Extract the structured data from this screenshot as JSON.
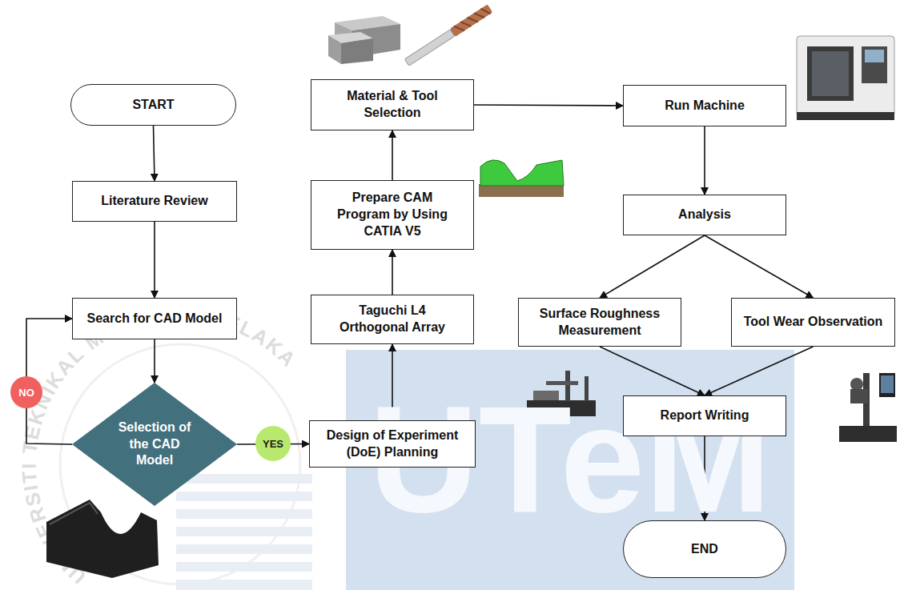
{
  "diagram": {
    "nodes": [
      {
        "text": [
          "START"
        ]
      },
      {
        "text": [
          "Literature Review"
        ]
      },
      {
        "text": [
          "Search for CAD Model"
        ]
      },
      {
        "text": [
          "Selection of the CAD Model"
        ]
      },
      {
        "text": [
          "Design of Experiment (DoE) Planning"
        ]
      },
      {
        "text": [
          "Taguchi L4 Orthogonal Array"
        ]
      },
      {
        "text": [
          "Prepare CAM Program by Using CATIA V5"
        ]
      },
      {
        "text": [
          "Material & Tool Selection"
        ]
      },
      {
        "text": [
          "Run Machine"
        ]
      },
      {
        "text": [
          "Analysis"
        ]
      },
      {
        "text": [
          "Surface Roughness Measurement"
        ]
      },
      {
        "text": [
          "Tool Wear Observation"
        ]
      },
      {
        "text": [
          "Report Writing"
        ]
      },
      {
        "text": [
          "END"
        ]
      }
    ],
    "edges": [
      {
        "from": 0,
        "to": 1,
        "arrow": "to"
      },
      {
        "from": 1,
        "to": 2,
        "arrow": "to"
      },
      {
        "from": 2,
        "to": 3,
        "arrow": "to"
      },
      {
        "from": 3,
        "to": 2,
        "label": "NO",
        "arrow": "to"
      },
      {
        "from": 3,
        "to": 4,
        "label": "YES",
        "arrow": "to"
      },
      {
        "from": 4,
        "to": 5,
        "arrow": "to"
      },
      {
        "from": 5,
        "to": 6,
        "arrow": "to"
      },
      {
        "from": 6,
        "to": 7,
        "arrow": "to"
      },
      {
        "from": 7,
        "to": 8,
        "arrow": "to"
      },
      {
        "from": 8,
        "to": 9,
        "arrow": "to"
      },
      {
        "from": 9,
        "to": 10,
        "arrow": "to"
      },
      {
        "from": 9,
        "to": 11,
        "arrow": "to"
      },
      {
        "from": 10,
        "to": 12,
        "arrow": "to"
      },
      {
        "from": 11,
        "to": 12,
        "arrow": "to"
      },
      {
        "from": 12,
        "to": 13,
        "arrow": "to"
      }
    ],
    "labels": [
      "UNIVERSITI TEKNIKAL MALAYSIA MELAKA",
      "UTeM"
    ]
  }
}
